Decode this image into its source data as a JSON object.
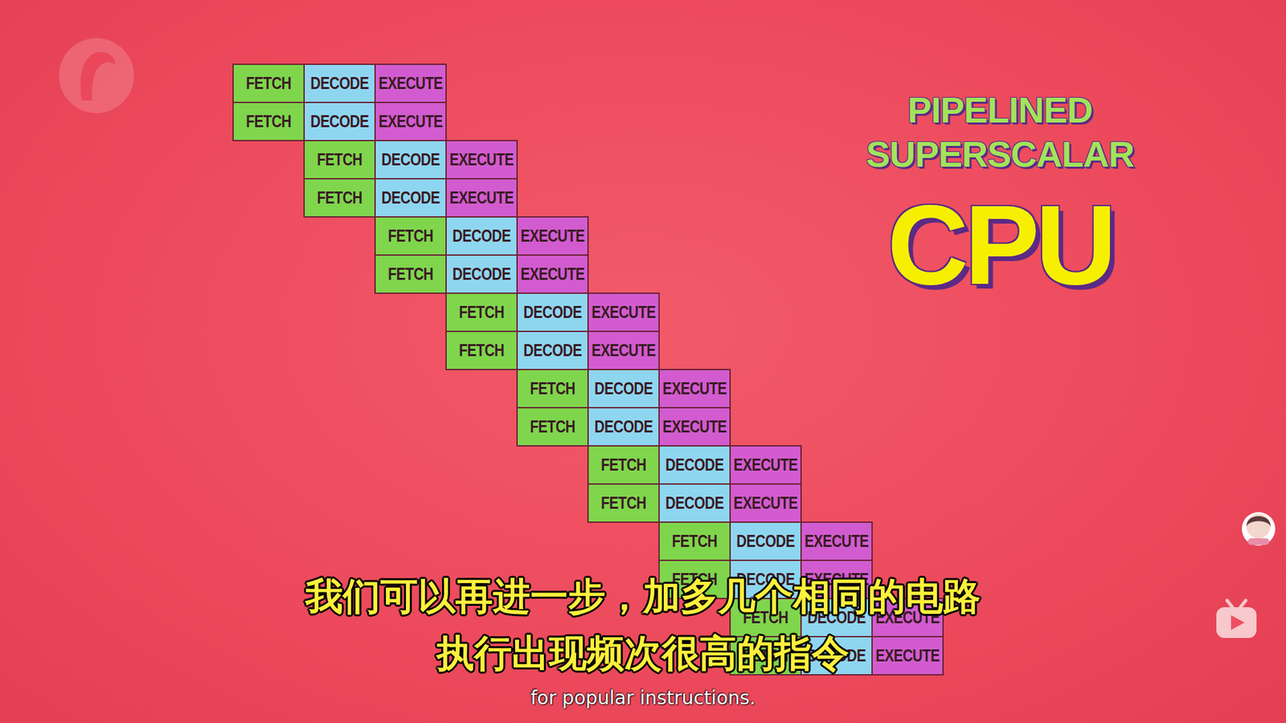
{
  "diagram": {
    "title": "PIPELINED SUPERSCALAR",
    "nodes": [
      {
        "text": [
          "FETCH"
        ]
      },
      {
        "text": [
          "DECODE"
        ]
      },
      {
        "text": [
          "EXECUTE"
        ]
      },
      {
        "text": [
          "FETCH"
        ]
      },
      {
        "text": [
          "DECODE"
        ]
      },
      {
        "text": [
          "EXECUTE"
        ]
      },
      {
        "text": [
          "FETCH"
        ]
      },
      {
        "text": [
          "DECODE"
        ]
      },
      {
        "text": [
          "EXECUTE"
        ]
      },
      {
        "text": [
          "FETCH"
        ]
      },
      {
        "text": [
          "DECODE"
        ]
      },
      {
        "text": [
          "EXECUTE"
        ]
      },
      {
        "text": [
          "FETCH"
        ]
      },
      {
        "text": [
          "DECODE"
        ]
      },
      {
        "text": [
          "EXECUTE"
        ]
      },
      {
        "text": [
          "FETCH"
        ]
      },
      {
        "text": [
          "DECODE"
        ]
      },
      {
        "text": [
          "EXECUTE"
        ]
      },
      {
        "text": [
          "FETCH"
        ]
      },
      {
        "text": [
          "DECODE"
        ]
      },
      {
        "text": [
          "EXECUTE"
        ]
      },
      {
        "text": [
          "FETCH"
        ]
      },
      {
        "text": [
          "DECODE"
        ]
      },
      {
        "text": [
          "EXECUTE"
        ]
      },
      {
        "text": [
          "FETCH"
        ]
      },
      {
        "text": [
          "DECODE"
        ]
      },
      {
        "text": [
          "EXECUTE"
        ]
      },
      {
        "text": [
          "FETCH"
        ]
      },
      {
        "text": [
          "DECODE"
        ]
      },
      {
        "text": [
          "EXECUTE"
        ]
      },
      {
        "text": [
          "FETCH"
        ]
      },
      {
        "text": [
          "DECODE"
        ]
      },
      {
        "text": [
          "EXECUTE"
        ]
      },
      {
        "text": [
          "FETCH"
        ]
      },
      {
        "text": [
          "DECODE"
        ]
      },
      {
        "text": [
          "EXECUTE"
        ]
      },
      {
        "text": [
          "FETCH"
        ]
      },
      {
        "text": [
          "DECODE"
        ]
      },
      {
        "text": [
          "EXECUTE"
        ]
      },
      {
        "text": [
          "FETCH"
        ]
      },
      {
        "text": [
          "DECODE"
        ]
      },
      {
        "text": [
          "EXECUTE"
        ]
      },
      {
        "text": [
          "FETCH"
        ]
      },
      {
        "text": [
          "DECODE"
        ]
      },
      {
        "text": [
          "EXECUTE"
        ]
      },
      {
        "text": [
          "FETCH"
        ]
      },
      {
        "text": [
          "DECODE"
        ]
      },
      {
        "text": [
          "EXECUTE"
        ]
      }
    ],
    "labels": [
      "CPU",
      "我们可以再进一步，加多几个相同的电路",
      "执行出现频次很高的指令",
      "for popular instructions."
    ]
  }
}
